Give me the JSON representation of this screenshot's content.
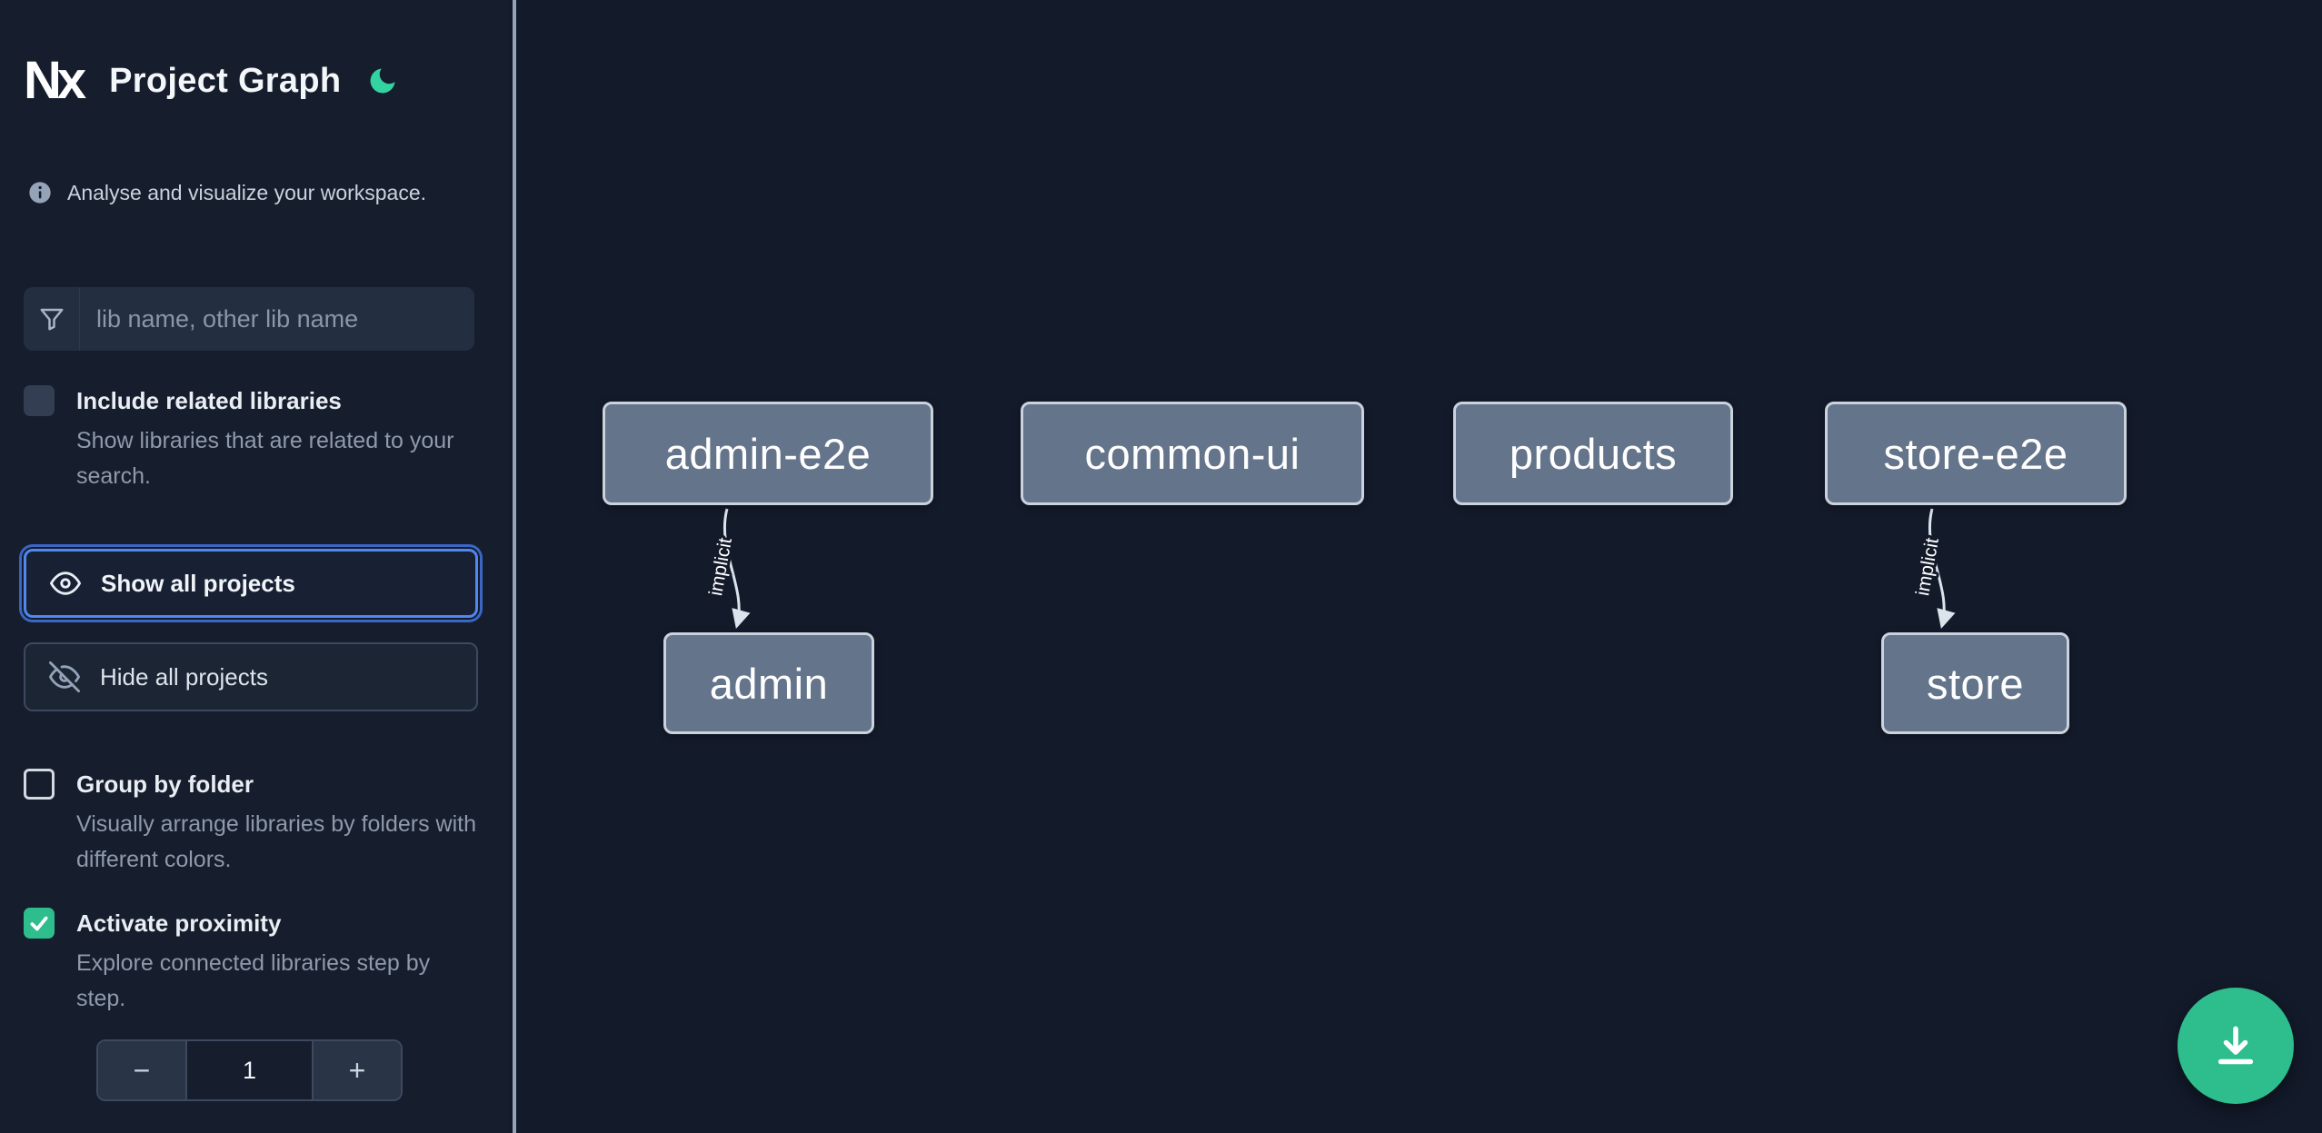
{
  "colors": {
    "accent_green": "#2ebd8c",
    "moon_green": "#32d3a1",
    "focus_blue": "#5187f0",
    "node_gray": "#64748b",
    "sidebar_bg": "#161d2c",
    "canvas_bg": "#131a2a"
  },
  "header": {
    "logo": "Nx",
    "title": "Project Graph"
  },
  "sidebar": {
    "info": "Analyse and visualize your workspace.",
    "search_placeholder": "lib name, other lib name",
    "checkboxes": [
      {
        "label": "Include related libraries",
        "desc": "Show libraries that are related to your search.",
        "checked": false
      },
      {
        "label": "Group by folder",
        "desc": "Visually arrange libraries by folders with different colors.",
        "checked": false
      },
      {
        "label": "Activate proximity",
        "desc": "Explore connected libraries step by step.",
        "checked": true
      }
    ],
    "buttons": {
      "show_all": "Show all projects",
      "hide_all": "Hide all projects"
    },
    "stepper": {
      "decrement": "−",
      "value": "1",
      "increment": "+"
    }
  },
  "graph": {
    "nodes": [
      {
        "id": "admin-e2e",
        "label": "admin-e2e"
      },
      {
        "id": "common-ui",
        "label": "common-ui"
      },
      {
        "id": "products",
        "label": "products"
      },
      {
        "id": "store-e2e",
        "label": "store-e2e"
      },
      {
        "id": "admin",
        "label": "admin"
      },
      {
        "id": "store",
        "label": "store"
      }
    ],
    "edges": [
      {
        "from": "admin-e2e",
        "to": "admin",
        "label": "implicit"
      },
      {
        "from": "store-e2e",
        "to": "store",
        "label": "implicit"
      }
    ]
  }
}
